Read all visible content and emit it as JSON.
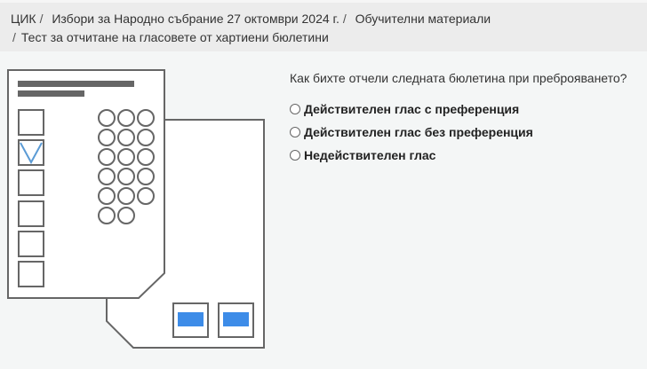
{
  "breadcrumb": {
    "items": [
      {
        "label": "ЦИК"
      },
      {
        "label": "Избори за Народно събрание 27 октомври 2024 г."
      },
      {
        "label": "Обучителни материали"
      },
      {
        "label": "Тест за отчитане на гласовете от хартиени бюлетини"
      }
    ],
    "separator": "/"
  },
  "ballot_illustration": {
    "checkbox_count": 6,
    "checked_index": 1,
    "preference_circle_count": 17,
    "machine_boxes": 2,
    "colors": {
      "outline": "#666666",
      "checkmark": "#5b9bd5",
      "machine_bar": "#3d8ce8"
    }
  },
  "quiz": {
    "question": "Как бихте отчели следната бюлетина при преброяването?",
    "options": [
      {
        "label": "Действителен глас с преференция",
        "selected": false
      },
      {
        "label": "Действителен глас без преференция",
        "selected": false
      },
      {
        "label": "Недействителен глас",
        "selected": false
      }
    ]
  }
}
